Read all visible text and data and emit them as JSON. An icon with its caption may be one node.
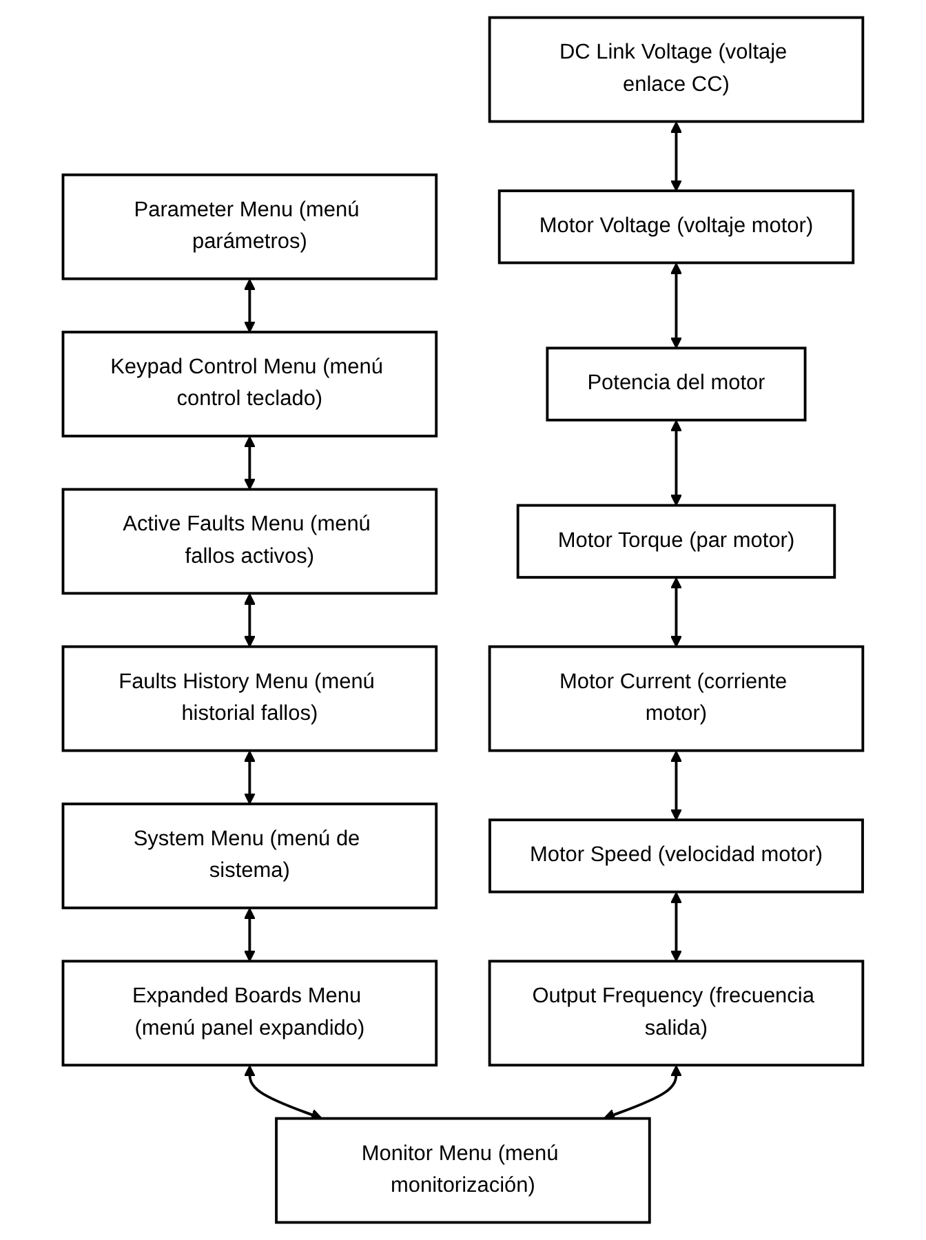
{
  "diagram": {
    "nodes": [
      {
        "text": [
          "Parameter Menu (menú parámetros)"
        ]
      },
      {
        "text": [
          "Keypad Control Menu (menú control teclado)"
        ]
      },
      {
        "text": [
          "Active Faults Menu (menú fallos activos)"
        ]
      },
      {
        "text": [
          "Faults History Menu (menú historial fallos)"
        ]
      },
      {
        "text": [
          "System Menu (menú de sistema)"
        ]
      },
      {
        "text": [
          "Expanded Boards Menu (menú panel expandido)"
        ]
      },
      {
        "text": [
          "Monitor Menu (menú monitorización)"
        ]
      },
      {
        "text": [
          "DC Link Voltage (voltaje enlace CC)"
        ]
      },
      {
        "text": [
          "Motor Voltage (voltaje motor)"
        ]
      },
      {
        "text": [
          "Potencia del motor"
        ]
      },
      {
        "text": [
          "Motor Torque (par motor)"
        ]
      },
      {
        "text": [
          "Motor Current (corriente motor)"
        ]
      },
      {
        "text": [
          "Motor Speed (velocidad motor)"
        ]
      },
      {
        "text": [
          "Output Frequency (frecuencia salida)"
        ]
      }
    ],
    "edges": [
      {
        "from": 0,
        "to": 1,
        "arrow": "both"
      },
      {
        "from": 1,
        "to": 2,
        "arrow": "both"
      },
      {
        "from": 2,
        "to": 3,
        "arrow": "both"
      },
      {
        "from": 3,
        "to": 4,
        "arrow": "both"
      },
      {
        "from": 4,
        "to": 5,
        "arrow": "both"
      },
      {
        "from": 5,
        "to": 6,
        "arrow": "both"
      },
      {
        "from": 13,
        "to": 6,
        "arrow": "both"
      },
      {
        "from": 7,
        "to": 8,
        "arrow": "both"
      },
      {
        "from": 8,
        "to": 9,
        "arrow": "both"
      },
      {
        "from": 9,
        "to": 10,
        "arrow": "both"
      },
      {
        "from": 10,
        "to": 11,
        "arrow": "both"
      },
      {
        "from": 11,
        "to": 12,
        "arrow": "both"
      },
      {
        "from": 12,
        "to": 13,
        "arrow": "both"
      }
    ]
  }
}
